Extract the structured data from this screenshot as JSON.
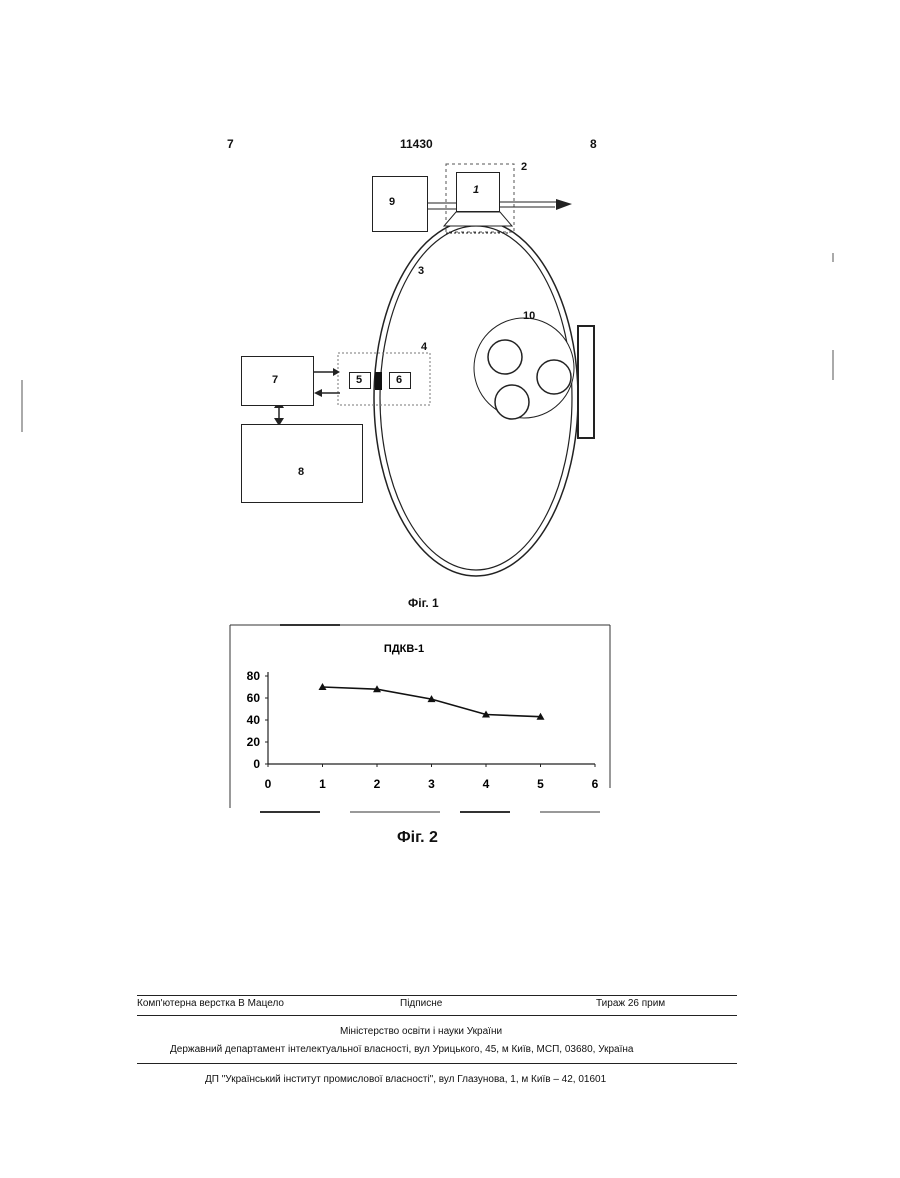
{
  "header": {
    "left_page": "7",
    "patent_number": "11430",
    "right_page": "8"
  },
  "figure1": {
    "caption": "Фіг. 1",
    "labels": {
      "n1": "1",
      "n2": "2",
      "n3": "3",
      "n4": "4",
      "n5": "5",
      "n6": "6",
      "n7": "7",
      "n8": "8",
      "n9": "9",
      "n10": "10"
    }
  },
  "figure2": {
    "caption": "Фіг. 2"
  },
  "chart_data": {
    "type": "line",
    "title": "ПДКВ-1",
    "xlabel": "",
    "ylabel": "",
    "x_ticks": [
      "0",
      "1",
      "2",
      "3",
      "4",
      "5",
      "6"
    ],
    "y_ticks": [
      "0",
      "20",
      "40",
      "60",
      "80"
    ],
    "xlim": [
      0,
      6
    ],
    "ylim": [
      0,
      80
    ],
    "grid": false,
    "series": [
      {
        "x": [
          1,
          2,
          3,
          4,
          5
        ],
        "y": [
          70,
          68,
          59,
          45,
          43
        ]
      }
    ]
  },
  "footer": {
    "layout": "Комп'ютерна верстка В Мацело",
    "signed": "Підписне",
    "circulation": "Тираж 26 прим",
    "ministry": "Міністерство освіти і науки України",
    "department": "Державний департамент інтелектуальної власності, вул  Урицького, 45, м  Київ, МСП, 03680, Україна",
    "institute": "ДП \"Український інститут промислової власності\", вул  Глазунова, 1, м  Київ – 42, 01601"
  }
}
